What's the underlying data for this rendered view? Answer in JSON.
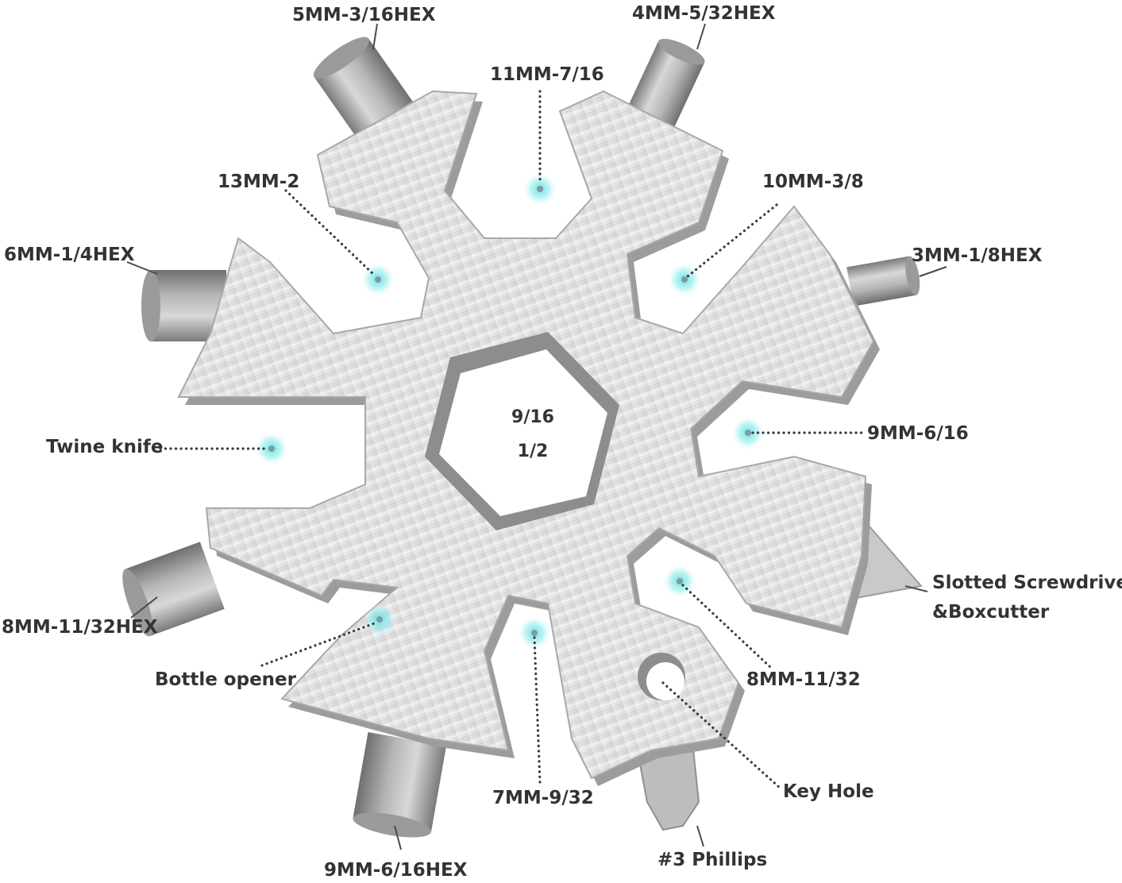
{
  "colors": {
    "background": "#ffffff",
    "metal_light": "#eeeeee",
    "metal_mid": "#d4d4d4",
    "metal_dark": "#8a8a8a",
    "text": "#333333",
    "marker_glow": "#5fe0e0",
    "marker_dot": "#7f9aa0"
  },
  "center": {
    "line1": "9/16",
    "line2": "1/2"
  },
  "labels": {
    "hex_5mm": "5MM-3/16HEX",
    "hex_4mm": "4MM-5/32HEX",
    "wrench_11mm": "11MM-7/16",
    "wrench_13mm": "13MM-2",
    "wrench_10mm": "10MM-3/8",
    "hex_6mm": "6MM-1/4HEX",
    "hex_3mm": "3MM-1/8HEX",
    "twine_knife": "Twine knife",
    "wrench_9mm": "9MM-6/16",
    "hex_8mm": "8MM-11/32HEX",
    "slotted_1": "Slotted Screwdriver",
    "slotted_2": "&Boxcutter",
    "bottle_opener": "Bottle opener",
    "wrench_8mm": "8MM-11/32",
    "key_hole": "Key Hole",
    "wrench_7mm": "7MM-9/32",
    "hex_9mm": "9MM-6/16HEX",
    "phillips": "#3 Phillips"
  }
}
